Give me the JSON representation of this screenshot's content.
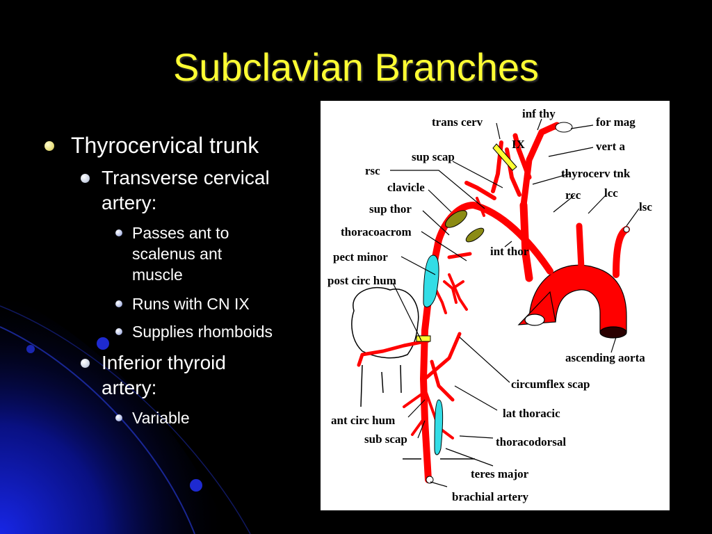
{
  "title": "Subclavian Branches",
  "bullets": {
    "l1": "Thyrocervical trunk",
    "l2a_line1": "Transverse cervical",
    "l2a_line2": "artery:",
    "l3a_1": "Passes ant to",
    "l3a_2": "scalenus ant",
    "l3a_3": "muscle",
    "l3b": "Runs with CN IX",
    "l3c": "Supplies rhomboids",
    "l2b_line1": "Inferior thyroid",
    "l2b_line2": "artery:",
    "l3d": "Variable"
  },
  "diagram": {
    "labels": {
      "trans_cerv": "trans cerv",
      "inf_thy": "inf thy",
      "for_mag": "for mag",
      "ix": "IX",
      "sup_scap": "sup scap",
      "vert_a": "vert a",
      "rsc": "rsc",
      "thyrocerv_tnk": "thyrocerv tnk",
      "clavicle": "clavicle",
      "rcc": "rcc",
      "lcc": "lcc",
      "sup_thor": "sup thor",
      "lsc": "lsc",
      "thoracoacrom": "thoracoacrom",
      "int_thor": "int thor",
      "pect_minor": "pect minor",
      "post_circ_hum": "post circ hum",
      "ascending_aorta": "ascending aorta",
      "circumflex_scap": "circumflex scap",
      "lat_thoracic": "lat thoracic",
      "ant_circ_hum": "ant circ hum",
      "sub_scap": "sub scap",
      "thoracodorsal": "thoracodorsal",
      "teres_major": "teres major",
      "brachial_artery": "brachial artery"
    }
  },
  "colors": {
    "title": "#ffff33",
    "artery": "#ff0000",
    "muscle_olive": "#8b8b14",
    "muscle_cyan": "#33dde6",
    "nerve_yellow": "#ffff33"
  }
}
